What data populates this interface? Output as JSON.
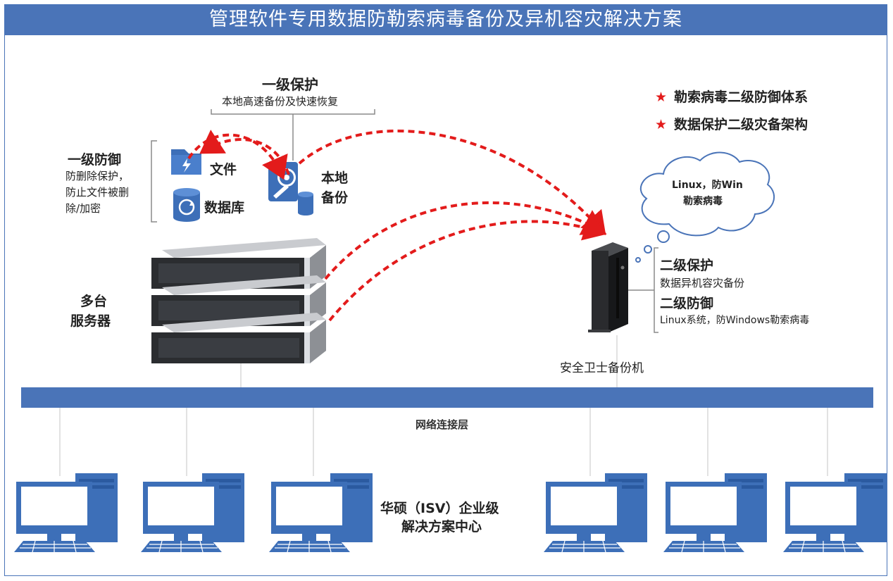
{
  "title": "管理软件专用数据防勒索病毒备份及异机容灾解决方案",
  "level1_protect": {
    "heading": "一级保护",
    "desc": "本地高速备份及快速恢复"
  },
  "level1_defense": {
    "heading": "一级防御",
    "lines": [
      "防删除保护，",
      "防止文件被删",
      "除/加密"
    ]
  },
  "icons": {
    "file_label": "文件",
    "database_label": "数据库",
    "local_backup_label_1": "本地",
    "local_backup_label_2": "备份"
  },
  "servers": {
    "label_1": "多台",
    "label_2": "服务器"
  },
  "features": [
    "勒索病毒二级防御体系",
    "数据保护二级灾备架构"
  ],
  "cloud": {
    "line1": "Linux，防Win",
    "line2": "勒索病毒"
  },
  "level2": {
    "protect_heading": "二级保护",
    "protect_desc": "数据异机容灾备份",
    "defense_heading": "二级防御",
    "defense_desc": "Linux系统，防Windows勒索病毒"
  },
  "backup_machine_label": "安全卫士备份机",
  "network_label": "网络连接层",
  "center": {
    "line1": "华硕（ISV）企业级",
    "line2": "解决方案中心"
  },
  "colors": {
    "accent_blue": "#4a74b8",
    "alert_red": "#e31b1b",
    "text_dark": "#222222"
  }
}
